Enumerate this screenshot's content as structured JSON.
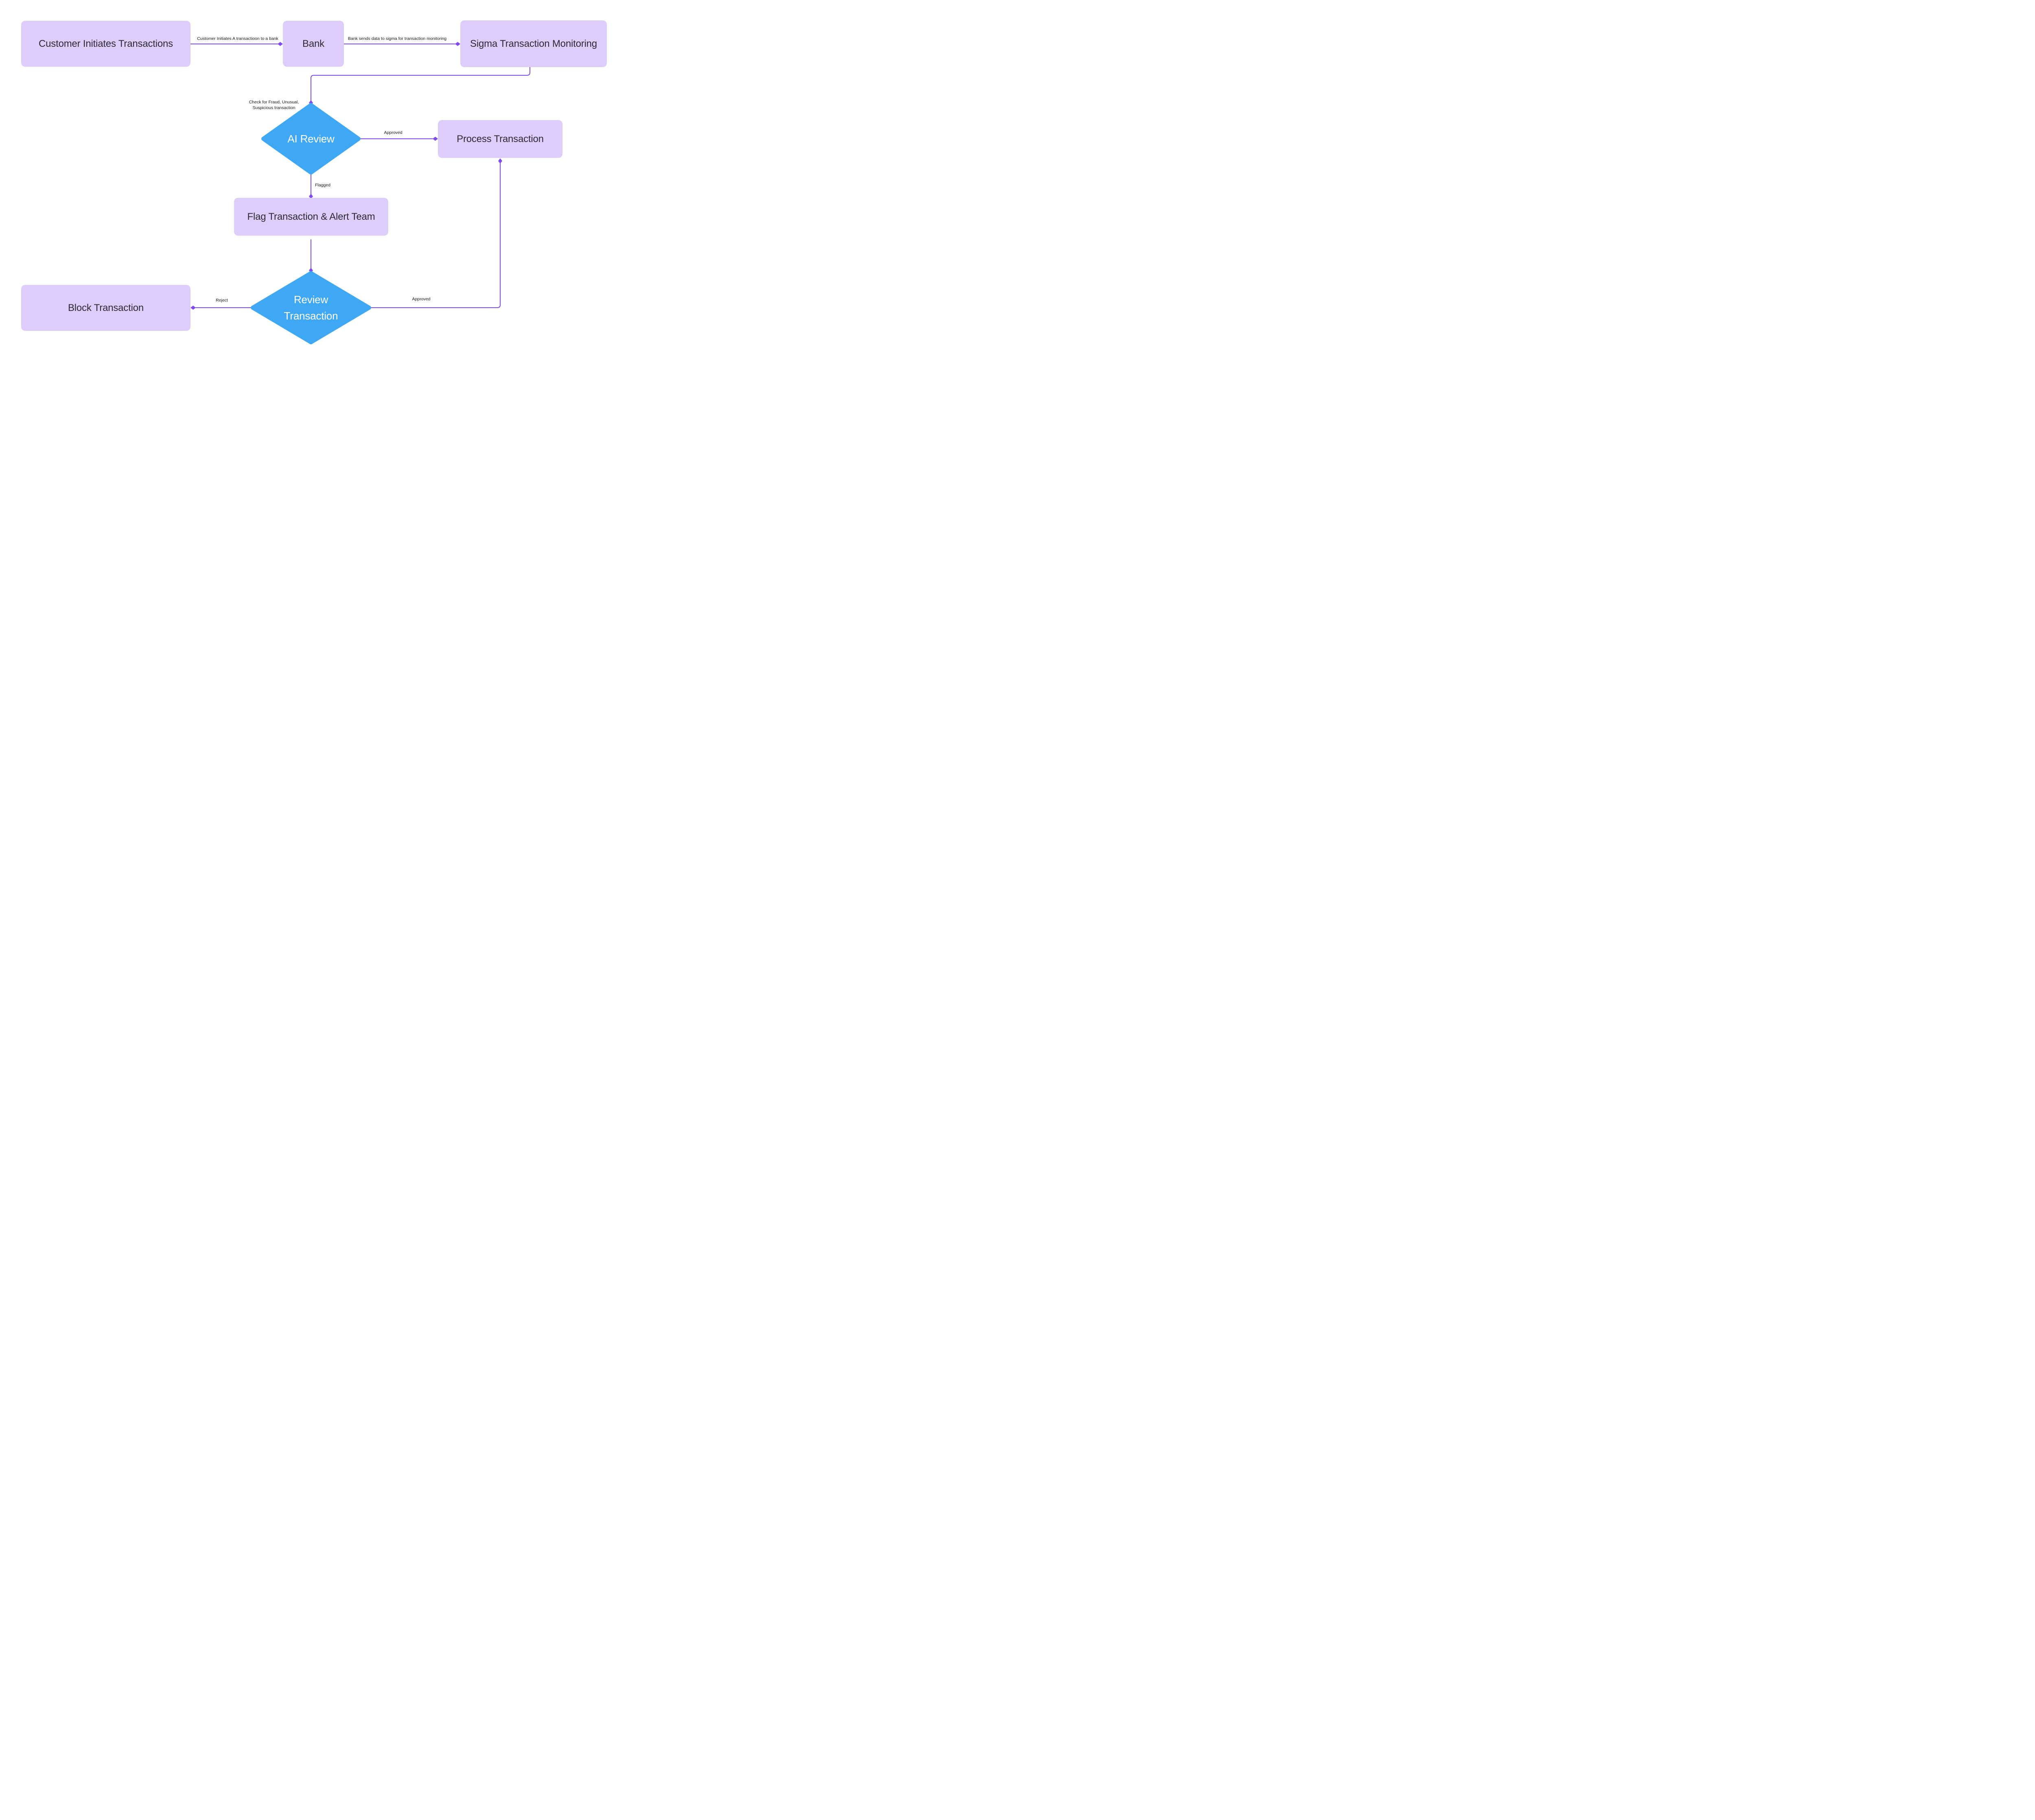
{
  "diagram": {
    "colors": {
      "background": "#FFFFFF",
      "process_node_fill": "#DCCDFA",
      "decision_node_fill": "#3FA8F5",
      "connector": "#7F4AF2",
      "node_text": "#2E2936",
      "decision_text": "#FFFFFF",
      "edge_label_text": "#17171D"
    },
    "nodes": {
      "customer": {
        "label": "Customer Initiates Transactions",
        "type": "process"
      },
      "bank": {
        "label": "Bank",
        "type": "process"
      },
      "sigma": {
        "label": "Sigma Transaction Monitoring",
        "type": "process"
      },
      "ai_review": {
        "label": "AI Review",
        "type": "decision"
      },
      "process_transaction": {
        "label": "Process Transaction",
        "type": "process"
      },
      "flag_alert": {
        "label": "Flag Transaction & Alert Team",
        "type": "process"
      },
      "review_transaction": {
        "line1": "Review",
        "line2": "Transaction",
        "type": "decision"
      },
      "block": {
        "label": "Block Transaction",
        "type": "process"
      }
    },
    "edge_labels": {
      "customer_to_bank": "Customer Initiates A transactioon to a bank",
      "bank_to_sigma": "Bank sends data to sigma for transaction monitoring",
      "sigma_to_ai_line1": "Check for Fraud, Unusual,",
      "sigma_to_ai_line2": "Suspicious transaction",
      "ai_to_process": "Approved",
      "ai_to_flag": "Flagged",
      "review_to_block": "Reject",
      "review_to_process": "Approved"
    }
  }
}
